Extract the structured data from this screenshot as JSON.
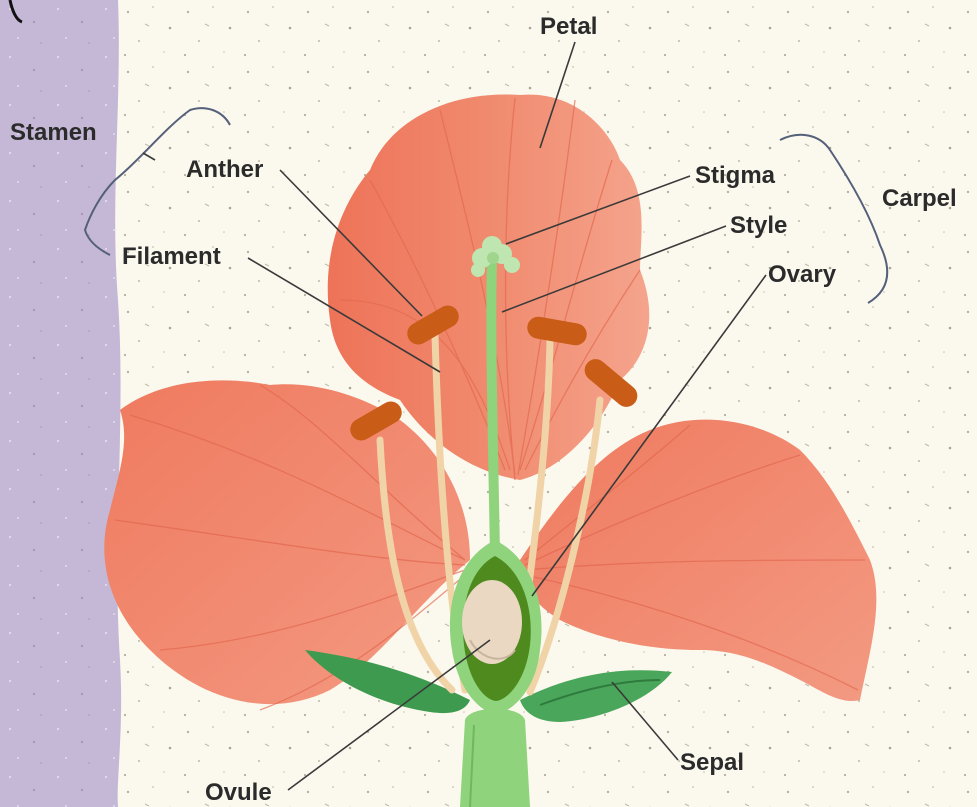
{
  "diagram": {
    "labels": {
      "petal": "Petal",
      "stamen": "Stamen",
      "anther": "Anther",
      "filament": "Filament",
      "stigma": "Stigma",
      "style": "Style",
      "ovary": "Ovary",
      "carpel": "Carpel",
      "ovule": "Ovule",
      "sepal": "Sepal"
    }
  },
  "colors": {
    "background": "#fbf8ee",
    "side_panel": "#c5b8d6",
    "petal": "#ee7e63",
    "petal_light": "#f6a38c",
    "anther": "#c95c16",
    "filament": "#f1d3a8",
    "pistil": "#8fd37c",
    "ovary_dark": "#4f8a1f",
    "ovule": "#ead8c3",
    "sepal": "#3e9a4f"
  }
}
